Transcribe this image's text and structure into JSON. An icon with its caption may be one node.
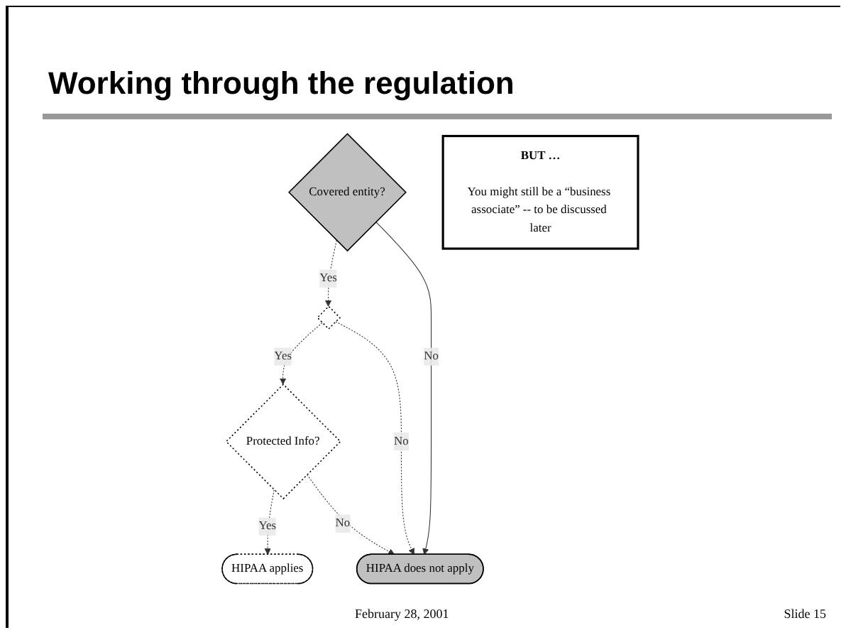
{
  "diagram": {
    "title": "Working through the regulation",
    "nodes": [
      {
        "text": [
          "Covered entity?"
        ]
      },
      {
        "text": [
          "HIPAA applies"
        ]
      },
      {
        "text": [
          "BUT …",
          "You might still be a “business associate” -- to be discussed later"
        ]
      },
      {
        "text": [],
        "shape": "diamond"
      },
      {
        "text": [
          "Protected Info?"
        ]
      },
      {
        "text": [
          "HIPAA does not apply"
        ]
      }
    ],
    "edges": [
      {
        "from": 0,
        "to": 3,
        "arrow": "to",
        "label": "Yes",
        "style": "dashed"
      },
      {
        "from": 0,
        "to": 5,
        "arrow": "to",
        "label": "No"
      },
      {
        "from": 3,
        "to": 4,
        "arrow": "to",
        "label": "Yes",
        "style": "dashed"
      },
      {
        "from": 3,
        "to": 5,
        "arrow": "to",
        "label": "No",
        "style": "dashed"
      },
      {
        "from": 4,
        "to": 1,
        "arrow": "to",
        "label": "Yes",
        "style": "dashed"
      },
      {
        "from": 4,
        "to": 5,
        "arrow": "to",
        "label": "No",
        "style": "dashed"
      }
    ],
    "labels": [
      "February 28, 2001",
      "Slide 15"
    ]
  }
}
